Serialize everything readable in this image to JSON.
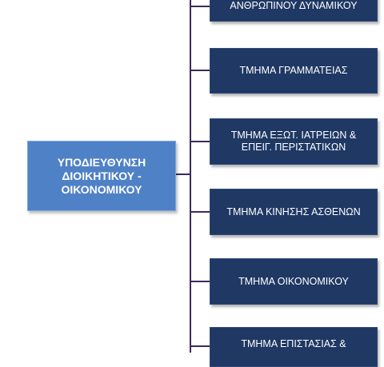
{
  "parent": {
    "lines": [
      "ΥΠΟΔΙΕΥΘΥΝΣΗ",
      "ΔΙΟΙΚΗΤΙΚΟΥ -",
      "ΟΙΚΟΝΟΜΙΚΟΥ"
    ]
  },
  "children": [
    {
      "lines": [
        "ΑΝΘΡΩΠΙΝΟΥ ΔΥΝΑΜΙΚΟΥ"
      ]
    },
    {
      "lines": [
        "ΤΜΗΜΑ ΓΡΑΜΜΑΤΕΙΑΣ"
      ]
    },
    {
      "lines": [
        "ΤΜΗΜΑ ΕΞΩΤ. ΙΑΤΡΕΙΩΝ  &",
        "ΕΠΕΙΓ. ΠΕΡΙΣΤΑΤΙΚΩΝ"
      ]
    },
    {
      "lines": [
        "ΤΜΗΜΑ ΚΙΝΗΣΗΣ ΑΣΘΕΝΩΝ"
      ]
    },
    {
      "lines": [
        "ΤΜΗΜΑ ΟΙΚΟΝΟΜΙΚΟΥ"
      ]
    },
    {
      "lines": [
        "ΤΜΗΜΑ ΕΠΙΣΤΑΣΙΑΣ &"
      ]
    }
  ],
  "colors": {
    "parent_fill": "#4f81c7",
    "child_fill": "#1f3864",
    "connector": "#3b2a5c"
  }
}
